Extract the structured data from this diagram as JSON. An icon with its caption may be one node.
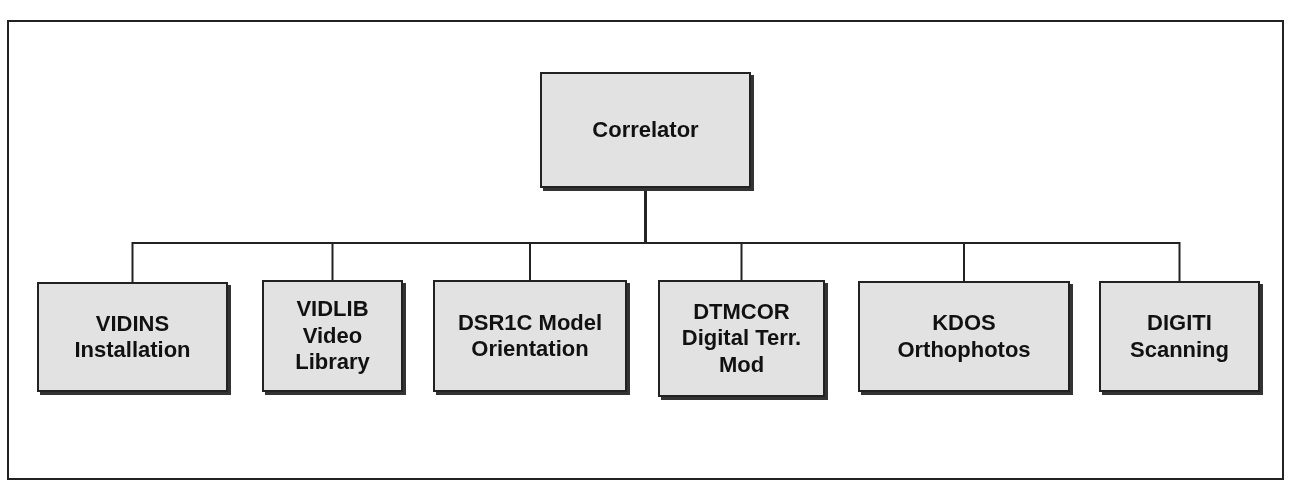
{
  "diagram": {
    "nodes": [
      {
        "text": [
          "Correlator"
        ]
      },
      {
        "text": [
          "VIDINS Installation"
        ]
      },
      {
        "text": [
          "VIDLIB Video Library"
        ]
      },
      {
        "text": [
          "DSR1C Model Orientation"
        ]
      },
      {
        "text": [
          "DTMCOR Digital Terr. Mod"
        ]
      },
      {
        "text": [
          "KDOS Orthophotos"
        ]
      },
      {
        "text": [
          "DIGITI Scanning"
        ]
      }
    ],
    "edges": [
      {
        "from": 0,
        "to": 1,
        "arrow": "none"
      },
      {
        "from": 0,
        "to": 2,
        "arrow": "none"
      },
      {
        "from": 0,
        "to": 3,
        "arrow": "none"
      },
      {
        "from": 0,
        "to": 4,
        "arrow": "none"
      },
      {
        "from": 0,
        "to": 5,
        "arrow": "none"
      },
      {
        "from": 0,
        "to": 6,
        "arrow": "none"
      }
    ]
  }
}
